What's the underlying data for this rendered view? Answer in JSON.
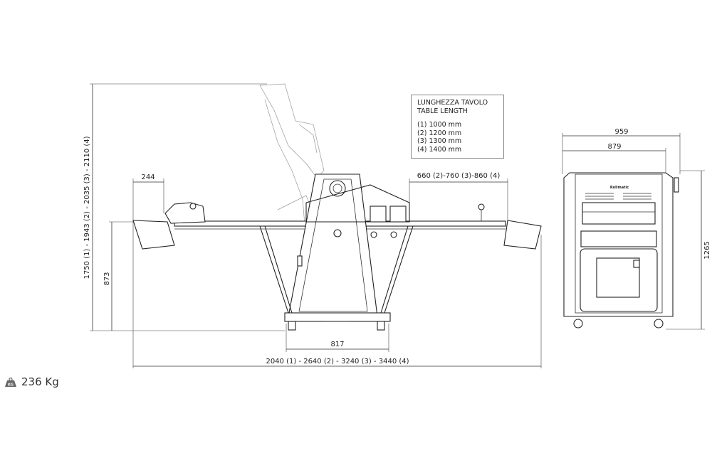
{
  "legend": {
    "title_it": "LUNGHEZZA TAVOLO",
    "title_en": "TABLE LENGTH",
    "items": [
      "(1) 1000 mm",
      "(2) 1200 mm",
      "(3) 1300 mm",
      "(4) 1400 mm"
    ]
  },
  "dimensions": {
    "total_height": "1750 (1) - 1943 (2) - 2035 (3) - 2110 (4)",
    "table_height": "873",
    "tray_width": "244",
    "table_extension": "660 (2)-760 (3)-860 (4)",
    "base_width": "817",
    "total_length": "2040 (1) - 2640 (2) - 3240 (3) - 3440 (4)",
    "front_overall_width": "959",
    "front_body_width": "879",
    "front_height": "1265"
  },
  "weight": {
    "icon": "kg-weight-icon",
    "icon_label": "KG",
    "value": "236 Kg"
  },
  "brand_logo": "Rollmatic"
}
